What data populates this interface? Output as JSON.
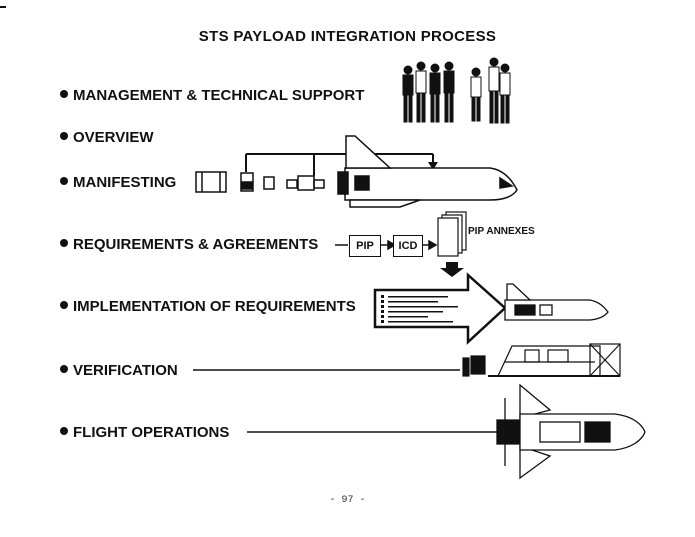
{
  "title": "STS PAYLOAD INTEGRATION PROCESS",
  "items": [
    {
      "label": "MANAGEMENT & TECHNICAL SUPPORT"
    },
    {
      "label": "OVERVIEW"
    },
    {
      "label": "MANIFESTING"
    },
    {
      "label": "REQUIREMENTS & AGREEMENTS"
    },
    {
      "label": "IMPLEMENTATION OF REQUIREMENTS"
    },
    {
      "label": "VERIFICATION"
    },
    {
      "label": "FLIGHT OPERATIONS"
    }
  ],
  "requirements_flow": {
    "pip": "PIP",
    "icd": "ICD",
    "pip_annexes": "PIP ANNEXES"
  },
  "page_number": "- 97 -"
}
